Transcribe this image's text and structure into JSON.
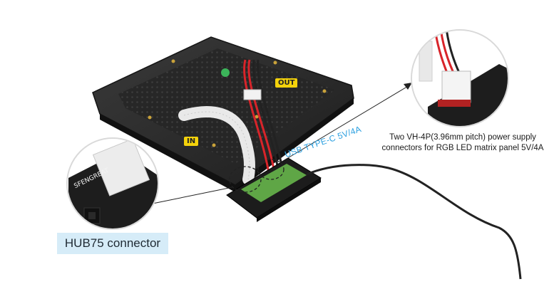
{
  "labels": {
    "out": "OUT",
    "in": "IN",
    "usb": "USB TYPE-C 5V/4A",
    "hub75": "HUB75 connector",
    "power_line1": "Two VH-4P(3.96mm pitch) power supply",
    "power_line2": "connectors for RGB LED matrix panel  5V/4A"
  },
  "colors": {
    "tag_yellow": "#f4d20b",
    "usb_blue": "#2a9fe0",
    "hub_label_bg": "#d6ecf8",
    "panel": "#2b2b2b",
    "board": "#1c1c1c",
    "pcb_green": "#5fa646",
    "wire_red": "#d8242a"
  },
  "icons": [
    "led-matrix-panel",
    "controller-board",
    "usb-cable",
    "ribbon-cable",
    "power-wires"
  ]
}
